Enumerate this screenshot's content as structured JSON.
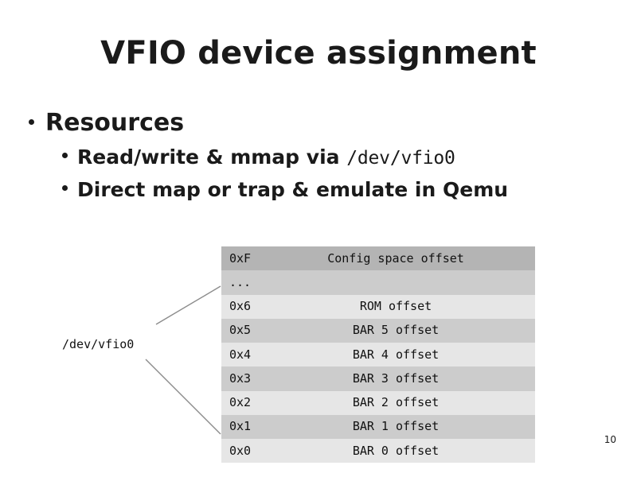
{
  "slide": {
    "title": "VFIO device assignment",
    "page_number": "10",
    "bullets": [
      {
        "level": 1,
        "text": "Resources",
        "mono_suffix": ""
      },
      {
        "level": 2,
        "text": "Read/write & mmap via ",
        "mono_suffix": "/dev/vfio0"
      },
      {
        "level": 2,
        "text": "Direct map or trap & emulate in Qemu",
        "mono_suffix": ""
      }
    ]
  },
  "diagram": {
    "device_label": "/dev/vfio0",
    "table": {
      "columns": [
        "offset",
        "description"
      ],
      "rows": [
        {
          "offset": "0xF",
          "description": "Config space offset",
          "style": "head"
        },
        {
          "offset": "...",
          "description": "",
          "style": "dark"
        },
        {
          "offset": "0x6",
          "description": "ROM offset",
          "style": "light"
        },
        {
          "offset": "0x5",
          "description": "BAR 5 offset",
          "style": "dark"
        },
        {
          "offset": "0x4",
          "description": "BAR 4 offset",
          "style": "light"
        },
        {
          "offset": "0x3",
          "description": "BAR 3 offset",
          "style": "dark"
        },
        {
          "offset": "0x2",
          "description": "BAR 2 offset",
          "style": "light"
        },
        {
          "offset": "0x1",
          "description": "BAR 1 offset",
          "style": "dark"
        },
        {
          "offset": "0x0",
          "description": "BAR 0 offset",
          "style": "light"
        }
      ]
    },
    "colors": {
      "header_row": "#b4b4b4",
      "dark_row": "#cccccc",
      "light_row": "#e6e6e6",
      "leader_line": "#8c8c8c",
      "text": "#111111"
    }
  }
}
